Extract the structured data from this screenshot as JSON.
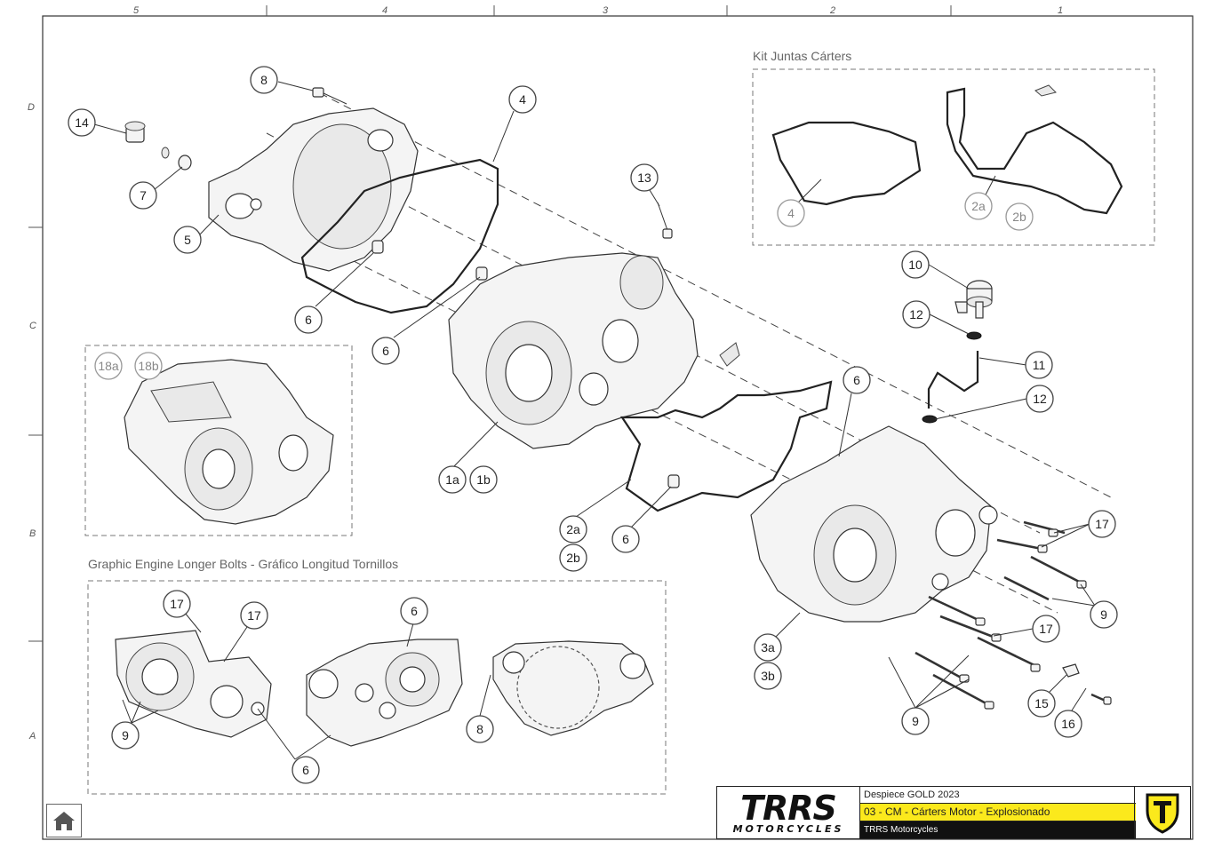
{
  "grid": {
    "columns": [
      "5",
      "4",
      "3",
      "2",
      "1"
    ],
    "rows": [
      "D",
      "C",
      "B",
      "A"
    ]
  },
  "sections": {
    "kit_gaskets": "Kit Juntas Cárters",
    "longer_bolts": "Graphic Engine Longer Bolts - Gráfico Longitud Tornillos"
  },
  "callouts": {
    "c14": "14",
    "c8a": "8",
    "c4a": "4",
    "c7": "7",
    "c5": "5",
    "c13": "13",
    "c6a": "6",
    "c6b": "6",
    "c6c": "6",
    "c6d": "6",
    "c1a": "1a",
    "c1b": "1b",
    "c2a": "2a",
    "c2b": "2b",
    "c10": "10",
    "c12a": "12",
    "c11": "11",
    "c12b": "12",
    "c17a": "17",
    "c9a": "9",
    "c17b": "17",
    "c3a": "3a",
    "c3b": "3b",
    "c9b": "9",
    "c15": "15",
    "c16": "16",
    "k4": "4",
    "k2a": "2a",
    "k2b": "2b",
    "r18a": "18a",
    "r18b": "18b",
    "g17a": "17",
    "g17b": "17",
    "g9": "9",
    "g6a": "6",
    "g6b": "6",
    "g8": "8"
  },
  "title_block": {
    "logo_text": "TRRS",
    "logo_sub": "MOTORCYCLES",
    "project": "Despiece GOLD 2023",
    "drawing": "03 - CM - Cárters Motor - Explosionado",
    "company": "TRRS Motorcycles"
  },
  "colors": {
    "accent_yellow": "#fbe91c",
    "ink": "#222222"
  },
  "icons": {
    "home": "home-icon",
    "emblem": "trrs-shield-icon"
  }
}
